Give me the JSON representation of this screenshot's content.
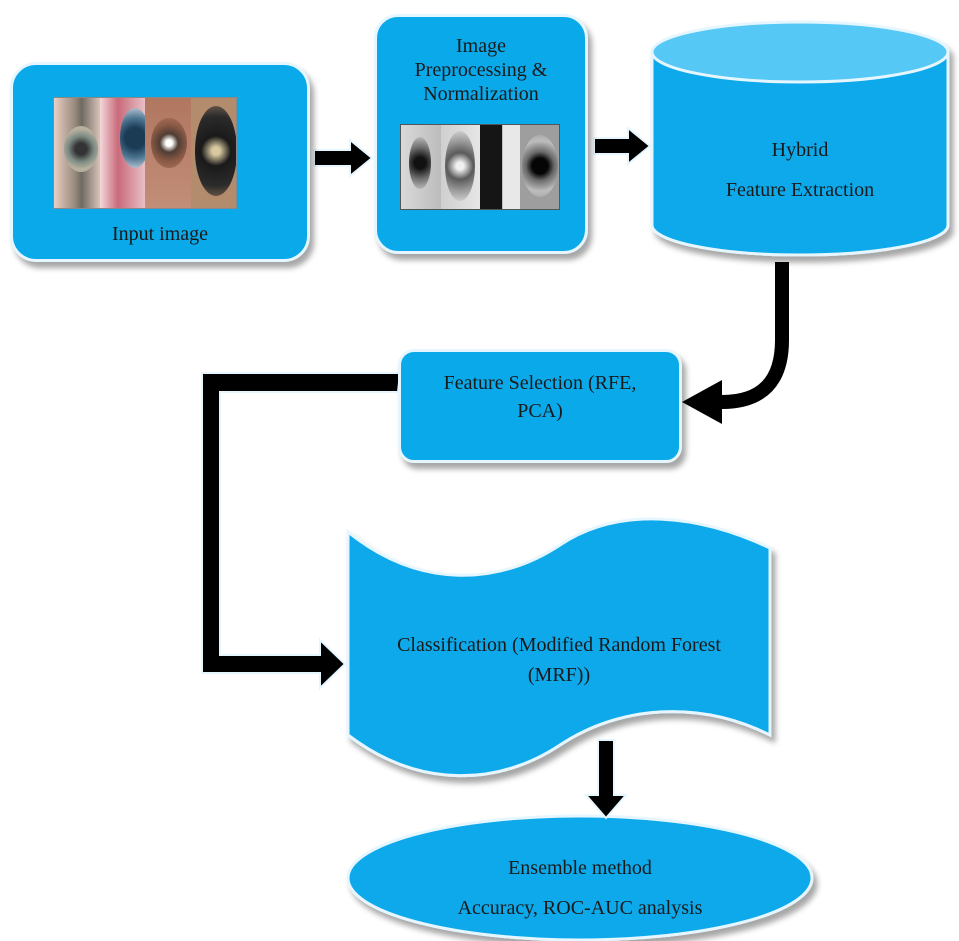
{
  "nodes": {
    "input": {
      "label": "Input image"
    },
    "preprocessing": {
      "label_lines": [
        "Image",
        "Preprocessing &",
        "Normalization"
      ]
    },
    "feature_extraction": {
      "label_lines": [
        "Hybrid",
        "Feature Extraction"
      ]
    },
    "feature_selection": {
      "label_lines": [
        "Feature Selection (RFE,",
        "PCA)"
      ]
    },
    "classification": {
      "label_lines": [
        "Classification (Modified Random Forest",
        "(MRF))"
      ]
    },
    "ensemble": {
      "label_lines": [
        "Ensemble method",
        "Accuracy, ROC-AUC analysis"
      ]
    }
  },
  "colors": {
    "fill": "#0aa9ea",
    "arrow": "#000000",
    "outline": "#e6f6ff"
  }
}
